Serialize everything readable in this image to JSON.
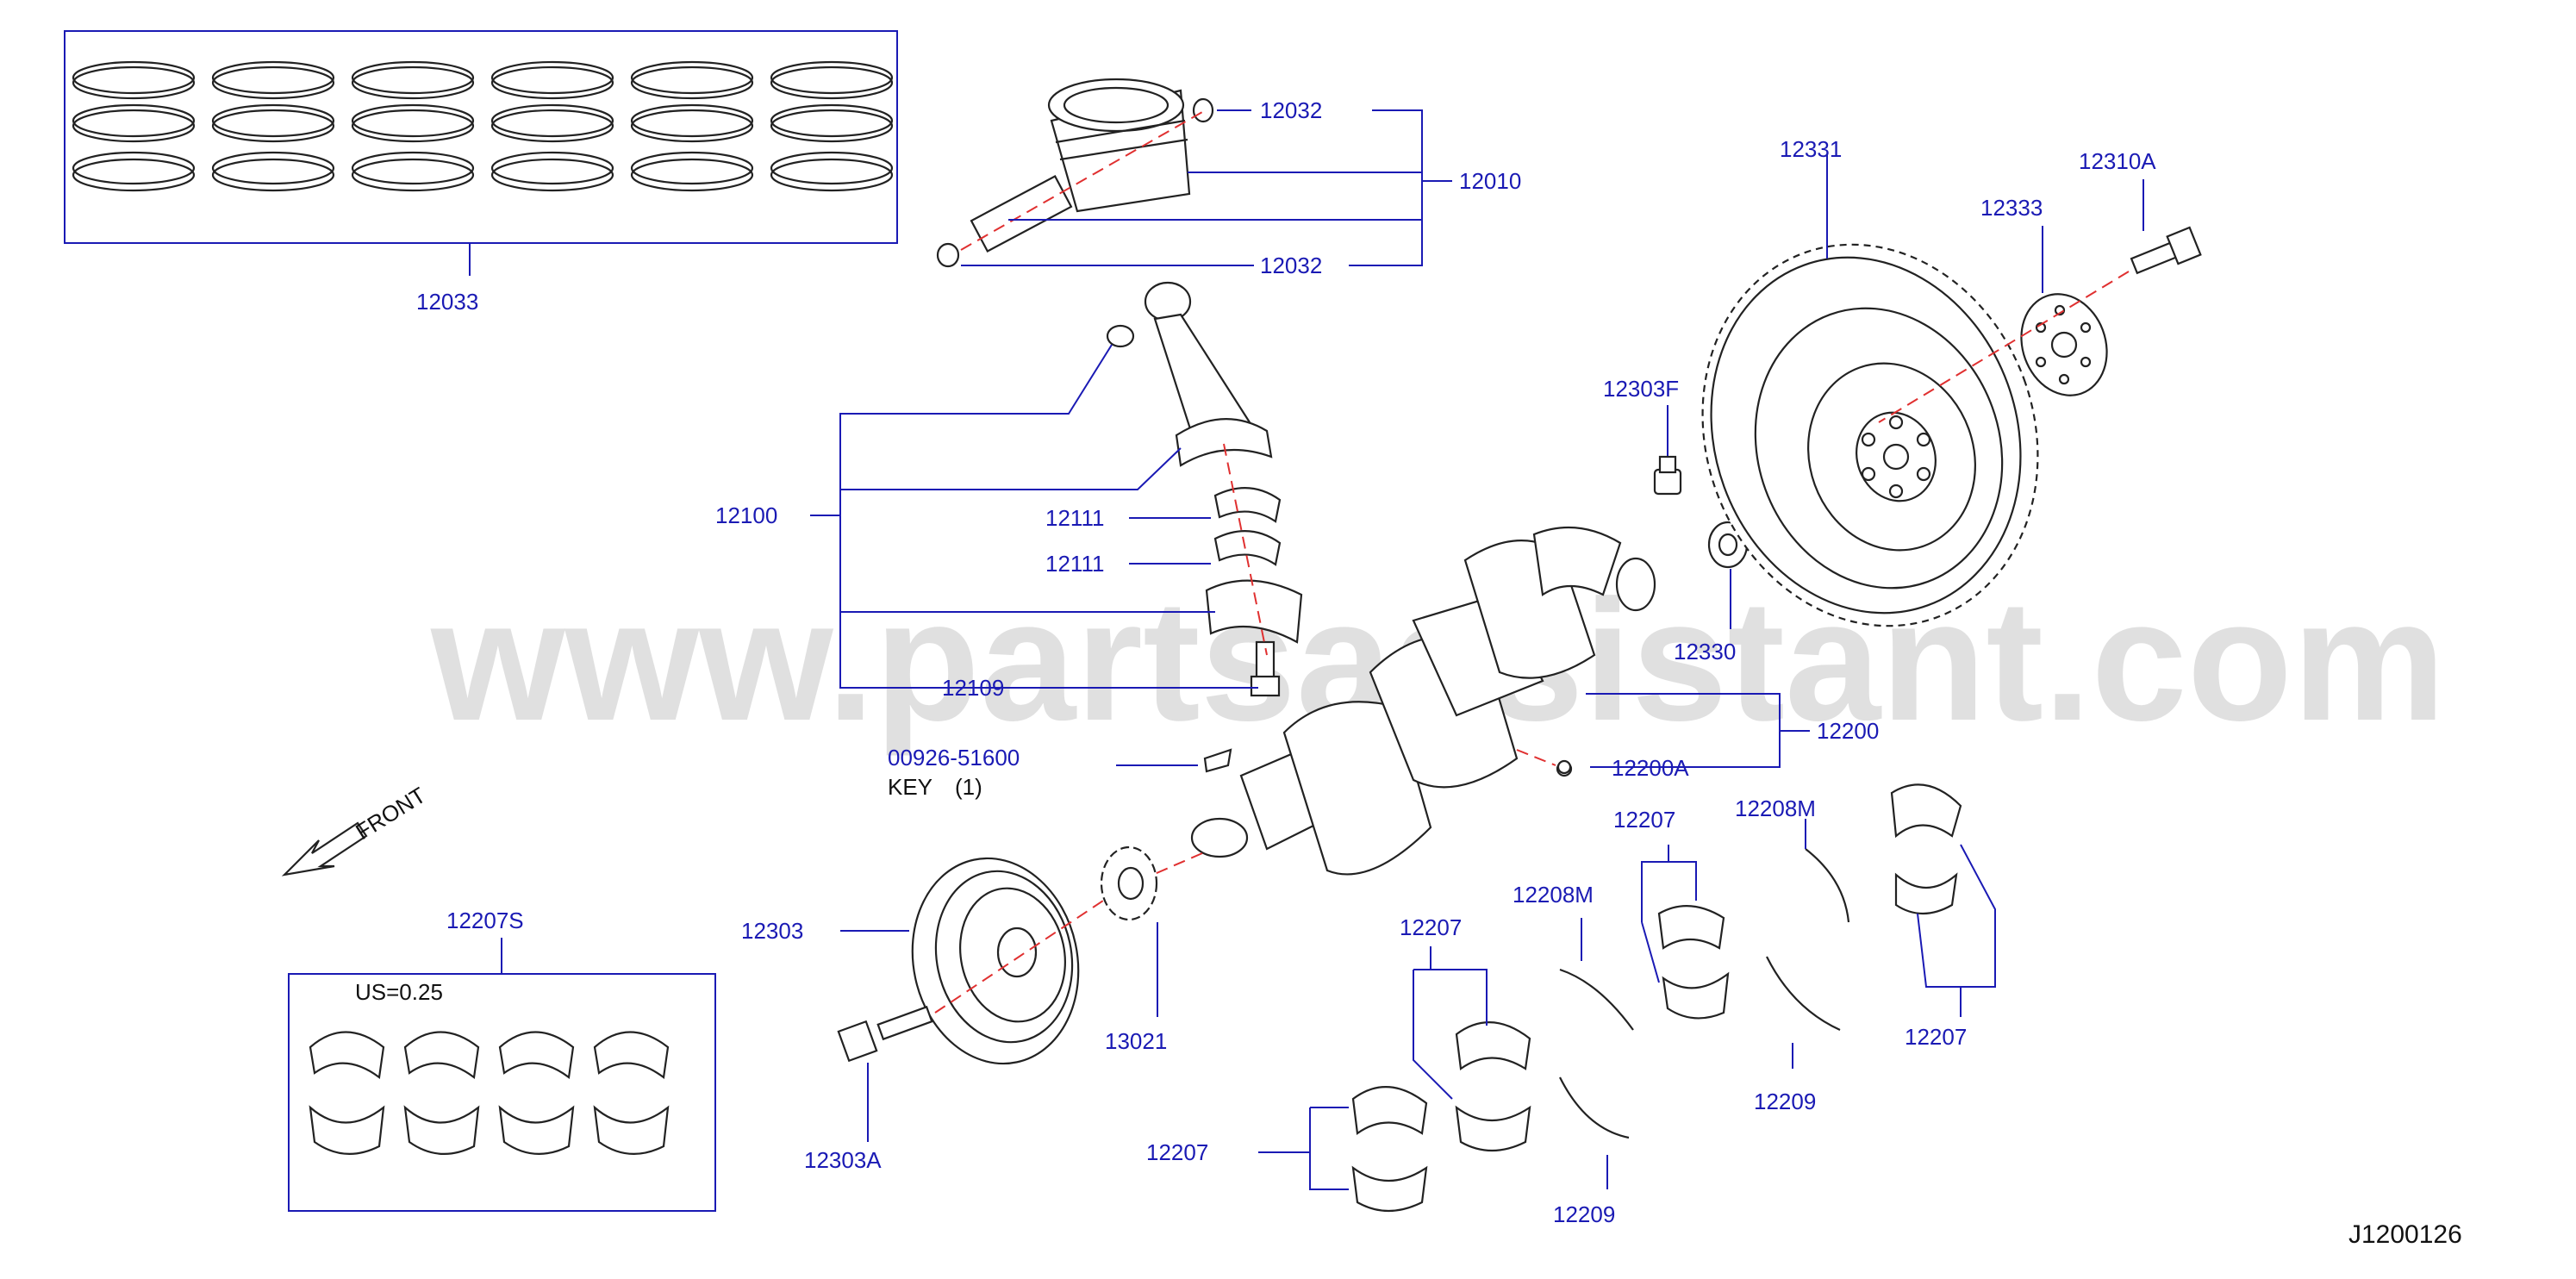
{
  "watermark": "www.partsassistant.com",
  "diagram_id": "J1200126",
  "front_label": "FRONT",
  "labels": {
    "p12033": "12033",
    "p12032_top": "12032",
    "p12010": "12010",
    "p12032_bottom": "12032",
    "p12100": "12100",
    "p12111_a": "12111",
    "p12111_b": "12111",
    "p12109": "12109",
    "p00926": "00926-51600",
    "key": "KEY",
    "key_qty": "(1)",
    "p12303F": "12303F",
    "p12330": "12330",
    "p12331": "12331",
    "p12333": "12333",
    "p12310A": "12310A",
    "p12200": "12200",
    "p12200A": "12200A",
    "p12207_a": "12207",
    "p12208M_a": "12208M",
    "p12207_b": "12207",
    "p12208M_b": "12208M",
    "p12207_c": "12207",
    "p12209_a": "12209",
    "p12207_d": "12207",
    "p12209_b": "12209",
    "p12207S": "12207S",
    "us_note": "US=0.25",
    "p12303": "12303",
    "p13021": "13021",
    "p12303A": "12303A"
  },
  "colors": {
    "callout": "#1a1ab4",
    "centerline": "#e03030",
    "outline": "#222222"
  }
}
